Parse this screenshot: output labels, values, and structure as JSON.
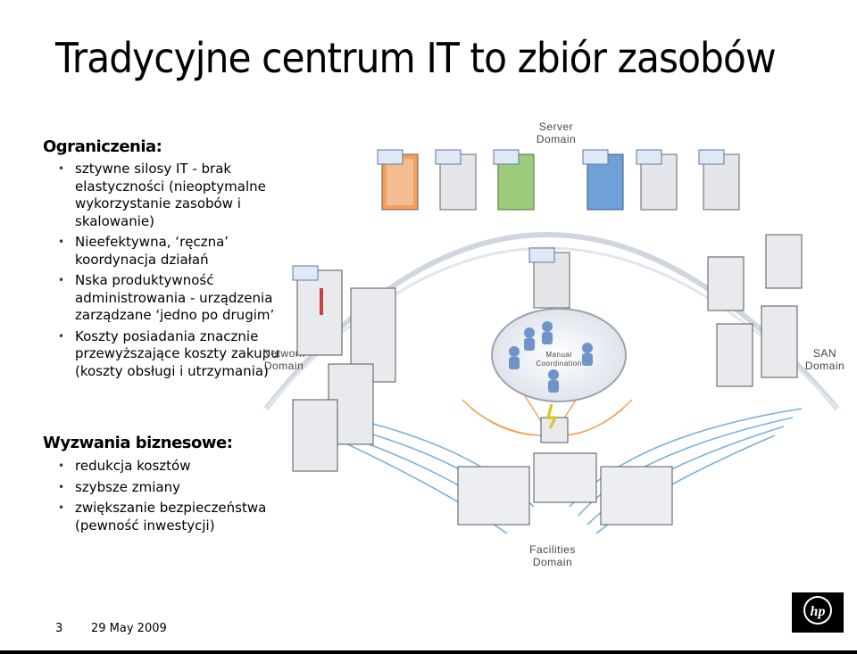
{
  "title": "Tradycyjne centrum IT to zbiór zasobów",
  "limitations": {
    "heading": "Ograniczenia:",
    "items": [
      "sztywne silosy IT - brak elastyczności (nieoptymalne wykorzystanie zasobów i skalowanie)",
      "Nieefektywna, ‘ręczna’ koordynacja działań",
      "Nska produktywność administrowania - urządzenia zarządzane ‘jedno po drugim’",
      "Koszty posiadania znacznie przewyższające koszty zakupu (koszty obsługi i utrzymania)"
    ]
  },
  "challenges": {
    "heading": "Wyzwania biznesowe:",
    "items": [
      "redukcja kosztów",
      "szybsze zmiany",
      "zwiększanie bezpieczeństwa (pewność inwestycji)"
    ]
  },
  "diagram": {
    "server_domain": [
      "Server",
      "Domain"
    ],
    "network_domain": [
      "Network",
      "Domain"
    ],
    "san_domain": [
      "SAN",
      "Domain"
    ],
    "facilities_domain": [
      "Facilities",
      "Domain"
    ],
    "center_label": [
      "Manual",
      "Coordination"
    ]
  },
  "footer": {
    "page_number": "3",
    "date": "29 May 2009"
  },
  "colors": {
    "server_orange": "#f0a060",
    "server_green": "#9ccc7a",
    "server_blue": "#6fa0d8",
    "network_red": "#c84040",
    "cable_blue": "#7ab0e0",
    "cable_orange": "#f0a050"
  }
}
